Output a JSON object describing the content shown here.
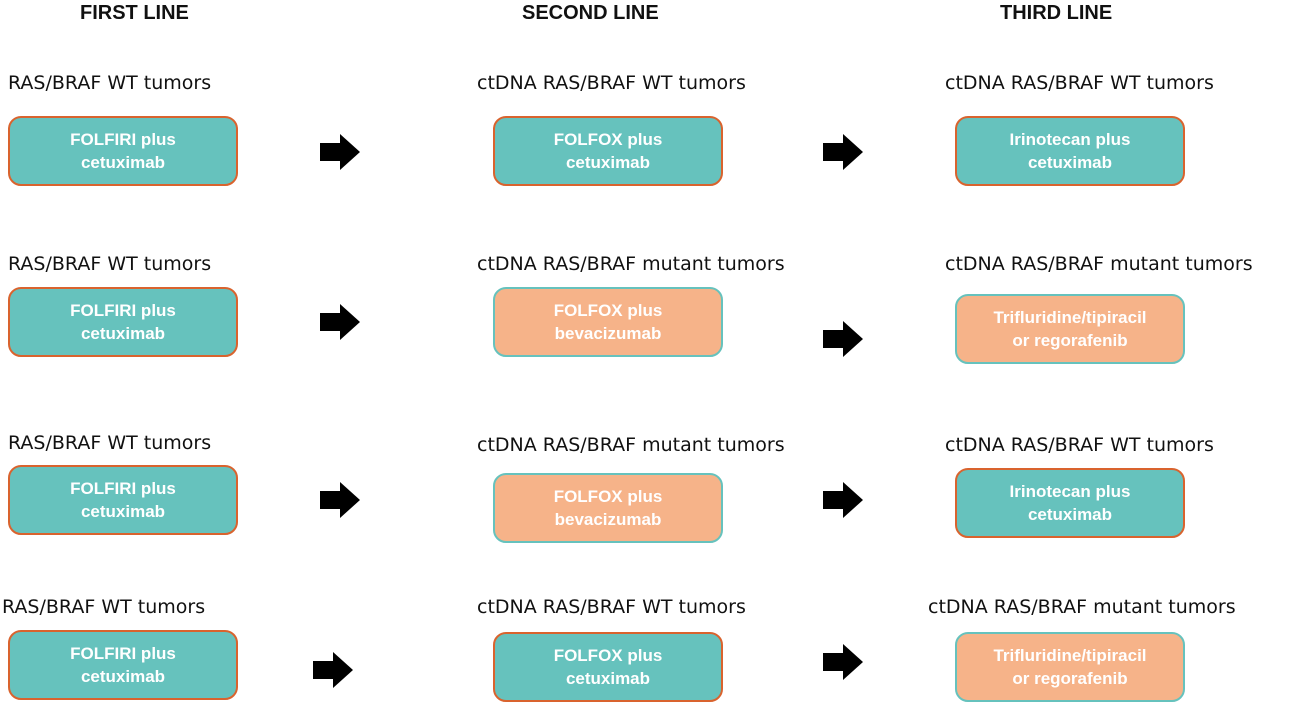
{
  "colors": {
    "teal_fill": "#66c2bd",
    "teal_border": "#d9632e",
    "peach_fill": "#f6b389",
    "peach_border": "#66c2bd",
    "arrow": "#000000"
  },
  "headers": [
    "FIRST LINE",
    "SECOND LINE",
    "THIRD LINE"
  ],
  "rows": [
    {
      "first": {
        "label": "RAS/BRAF WT tumors",
        "treatment": "FOLFIRI plus\ncetuximab",
        "style": "teal"
      },
      "second": {
        "label": "ctDNA RAS/BRAF WT tumors",
        "treatment": "FOLFOX plus\ncetuximab",
        "style": "teal"
      },
      "third": {
        "label": "ctDNA RAS/BRAF WT tumors",
        "treatment": "Irinotecan plus\ncetuximab",
        "style": "teal"
      }
    },
    {
      "first": {
        "label": "RAS/BRAF WT tumors",
        "treatment": "FOLFIRI plus\ncetuximab",
        "style": "teal"
      },
      "second": {
        "label": "ctDNA RAS/BRAF mutant tumors",
        "treatment": "FOLFOX plus\nbevacizumab",
        "style": "peach"
      },
      "third": {
        "label": "ctDNA RAS/BRAF mutant tumors",
        "treatment": "Trifluridine/tipiracil\nor regorafenib",
        "style": "peach"
      }
    },
    {
      "first": {
        "label": "RAS/BRAF WT tumors",
        "treatment": "FOLFIRI plus\ncetuximab",
        "style": "teal"
      },
      "second": {
        "label": "ctDNA RAS/BRAF mutant tumors",
        "treatment": "FOLFOX plus\nbevacizumab",
        "style": "peach"
      },
      "third": {
        "label": "ctDNA RAS/BRAF WT tumors",
        "treatment": "Irinotecan plus\ncetuximab",
        "style": "teal"
      }
    },
    {
      "first": {
        "label": "RAS/BRAF WT tumors",
        "treatment": "FOLFIRI plus\ncetuximab",
        "style": "teal"
      },
      "second": {
        "label": "ctDNA RAS/BRAF WT tumors",
        "treatment": "FOLFOX plus\ncetuximab",
        "style": "teal"
      },
      "third": {
        "label": "ctDNA RAS/BRAF mutant tumors",
        "treatment": "Trifluridine/tipiracil\nor regorafenib",
        "style": "peach"
      }
    }
  ]
}
